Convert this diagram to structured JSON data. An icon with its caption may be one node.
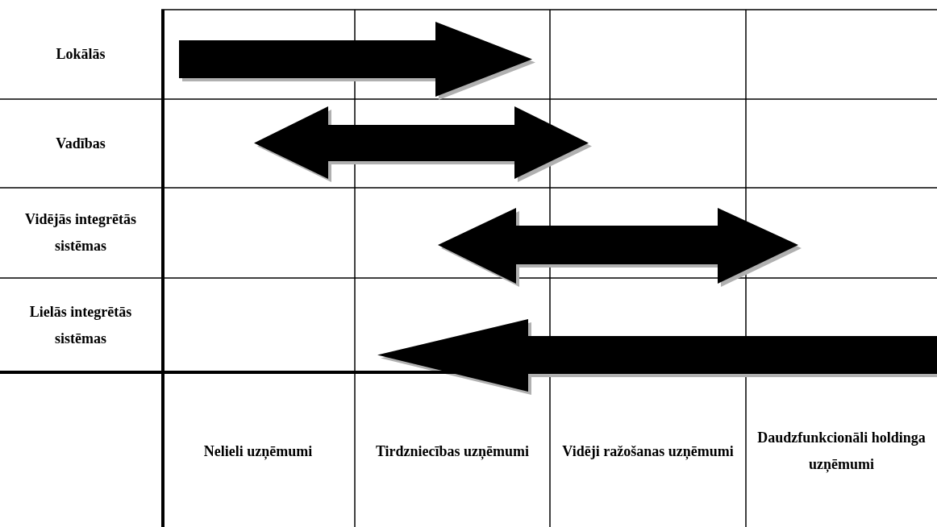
{
  "diagram": {
    "labels": [
      "Lokālās",
      "Vadības",
      "Vidējās integrētās sistēmas",
      "Lielās integrētās sistēmas",
      "Nelieli uzņēmumi",
      "Tirdzniecības uzņēmumi",
      "Vidēji ražošanas uzņēmumi",
      "Daudzfunkcionāli holdinga uzņēmumi"
    ]
  }
}
